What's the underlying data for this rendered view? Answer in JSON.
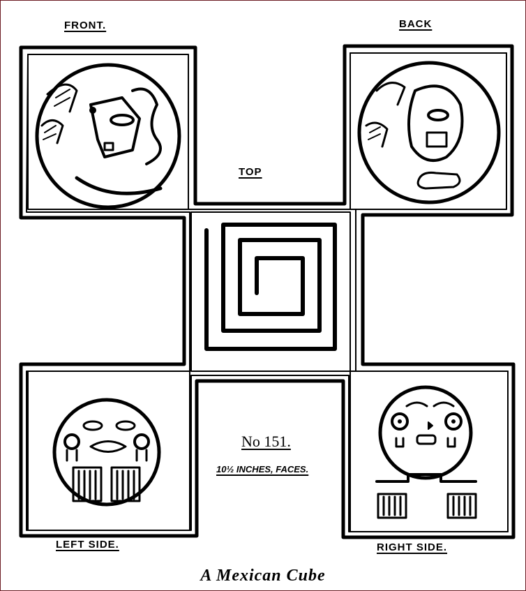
{
  "labels": {
    "front": "FRONT.",
    "back": "BACK",
    "top": "TOP",
    "left_side": "LEFT SIDE.",
    "right_side": "RIGHT SIDE."
  },
  "specimen": {
    "number": "No 151.",
    "size": "10½ INCHES, FACES."
  },
  "caption": "A Mexican Cube",
  "colors": {
    "ink": "#000000",
    "paper": "#ffffff",
    "border": "#6b1a22"
  }
}
